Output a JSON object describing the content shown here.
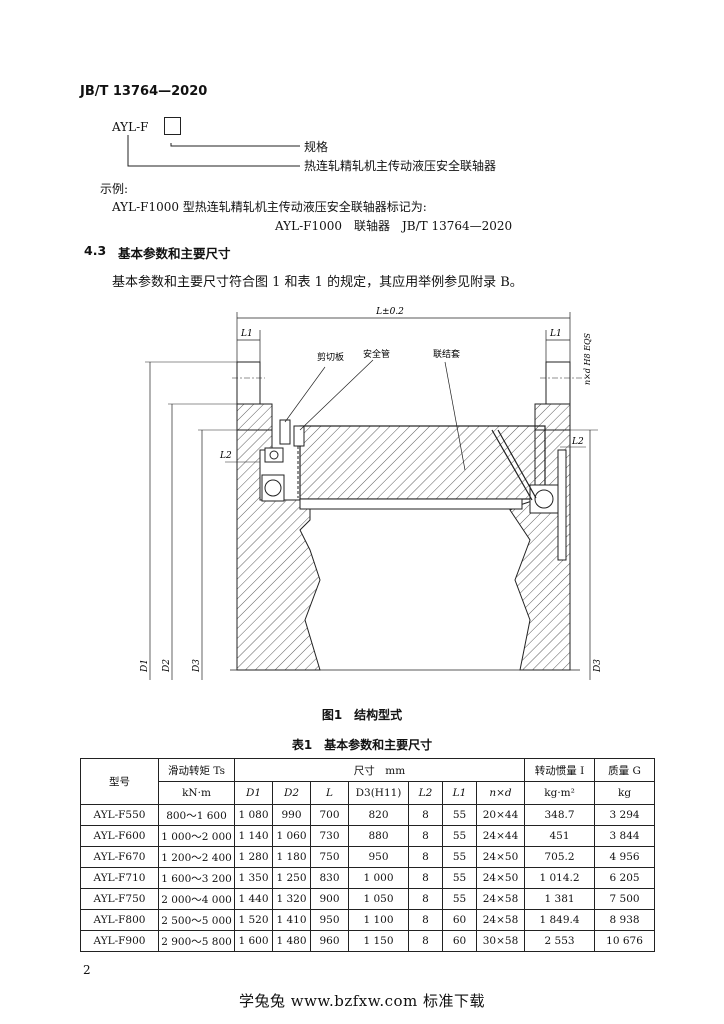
{
  "header": {
    "std_id": "JB/T 13764—2020"
  },
  "designation": {
    "code": "AYL-F",
    "label_spec": "规格",
    "label_name": "热连轧精轧机主传动液压安全联轴器",
    "example_title": "示例:",
    "example_text": "AYL-F1000 型热连轧精轧机主传动液压安全联轴器标记为:",
    "example_mark": "AYL-F1000　联轴器　JB/T 13764—2020"
  },
  "section": {
    "number": "4.3",
    "title": "基本参数和主要尺寸",
    "paragraph": "基本参数和主要尺寸符合图 1 和表 1 的规定，其应用举例参见附录 B。"
  },
  "figure": {
    "caption": "图1　结构型式",
    "labels": {
      "L": "L±0.2",
      "L1": "L1",
      "L2": "L2",
      "nxd": "n×d H8 EQS",
      "shear_plate": "剪切板",
      "safety_tube": "安全管",
      "sleeve": "联结套",
      "D1": "D1",
      "D2": "D2",
      "D3": "D3"
    }
  },
  "table": {
    "caption": "表1　基本参数和主要尺寸",
    "headers": {
      "model": "型号",
      "torque": "滑动转矩 Ts",
      "torque_unit": "kN·m",
      "dims": "尺寸　mm",
      "inertia": "转动惯量 I",
      "inertia_unit": "kg·m²",
      "mass": "质量 G",
      "mass_unit": "kg",
      "sub": [
        "D1",
        "D2",
        "L",
        "D3(H11)",
        "L2",
        "L1",
        "n×d"
      ]
    },
    "rows": [
      [
        "AYL-F550",
        "800～1 600",
        "1 080",
        "990",
        "700",
        "820",
        "8",
        "55",
        "20×44",
        "348.7",
        "3 294"
      ],
      [
        "AYL-F600",
        "1 000～2 000",
        "1 140",
        "1 060",
        "730",
        "880",
        "8",
        "55",
        "24×44",
        "451",
        "3 844"
      ],
      [
        "AYL-F670",
        "1 200～2 400",
        "1 280",
        "1 180",
        "750",
        "950",
        "8",
        "55",
        "24×50",
        "705.2",
        "4 956"
      ],
      [
        "AYL-F710",
        "1 600～3 200",
        "1 350",
        "1 250",
        "830",
        "1 000",
        "8",
        "55",
        "24×50",
        "1 014.2",
        "6 205"
      ],
      [
        "AYL-F750",
        "2 000～4 000",
        "1 440",
        "1 320",
        "900",
        "1 050",
        "8",
        "55",
        "24×58",
        "1 381",
        "7 500"
      ],
      [
        "AYL-F800",
        "2 500～5 000",
        "1 520",
        "1 410",
        "950",
        "1 100",
        "8",
        "60",
        "24×58",
        "1 849.4",
        "8 938"
      ],
      [
        "AYL-F900",
        "2 900～5 800",
        "1 600",
        "1 480",
        "960",
        "1 150",
        "8",
        "60",
        "30×58",
        "2 553",
        "10 676"
      ]
    ]
  },
  "page_number": "2",
  "footer": "学兔兔 www.bzfxw.com 标准下载"
}
